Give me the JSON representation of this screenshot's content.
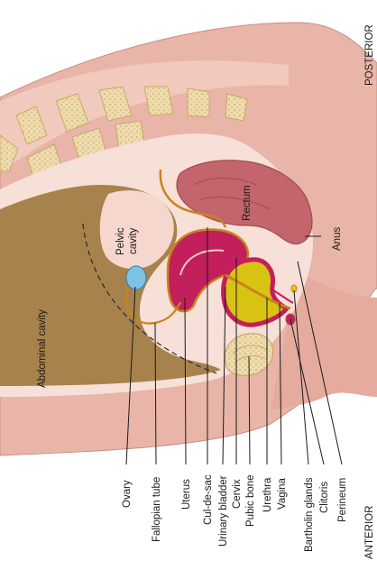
{
  "orientation": {
    "posterior": "POSTERIOR",
    "anterior": "ANTERIOR"
  },
  "internal_labels": {
    "rectum": "Rectum",
    "anus": "Anus",
    "pelvic_cavity_line1": "Pelvic",
    "pelvic_cavity_line2": "cavity",
    "abdominal_cavity": "Abdominal cavity"
  },
  "callouts": [
    "Ovary",
    "Fallopian tube",
    "Uterus",
    "Cul-de-sac",
    "Urinary bladder",
    "Cervix",
    "Pubic bone",
    "Urethra",
    "Vagina",
    "Bartholin glands",
    "Clitoris",
    "Perineum"
  ],
  "colors": {
    "body_tissue": "#e9b5a8",
    "abdominal_cavity": "#a8824c",
    "peritoneum": "#f7e0d8",
    "vertebra": "#eedcae",
    "vertebra_pattern": "#d7bd82",
    "rectum": "#c2656c",
    "uterus": "#c21f5c",
    "bladder": "#d8c313",
    "ovary": "#7cc3e6",
    "outline": "#c8841c"
  }
}
